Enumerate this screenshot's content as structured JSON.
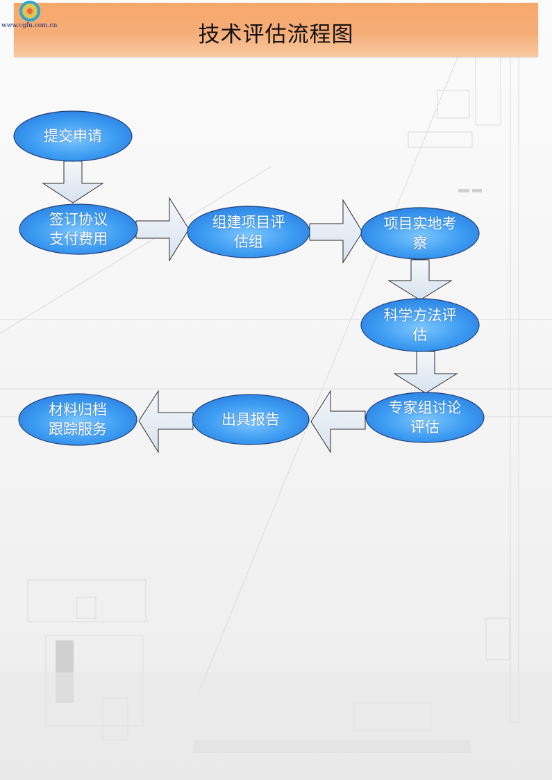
{
  "header": {
    "title": "技术评估流程图"
  },
  "logo": {
    "text": "www.cgfn.com.cn",
    "icon": "swirl-logo-icon"
  },
  "colors": {
    "header": "#f6ad78",
    "node_fill": "#3b9af0",
    "node_stroke": "#1f3f7a",
    "arrow_fill": "#e4ecf6"
  },
  "steps": {
    "submit": "提交申请",
    "sign": "签订协议\n支付费用",
    "team": "组建项目评\n估组",
    "survey": "项目实地考\n察",
    "method": "科学方法评\n估",
    "expert": "专家组讨论\n评估",
    "report": "出具报告",
    "archive": "材料归档\n跟踪服务"
  }
}
